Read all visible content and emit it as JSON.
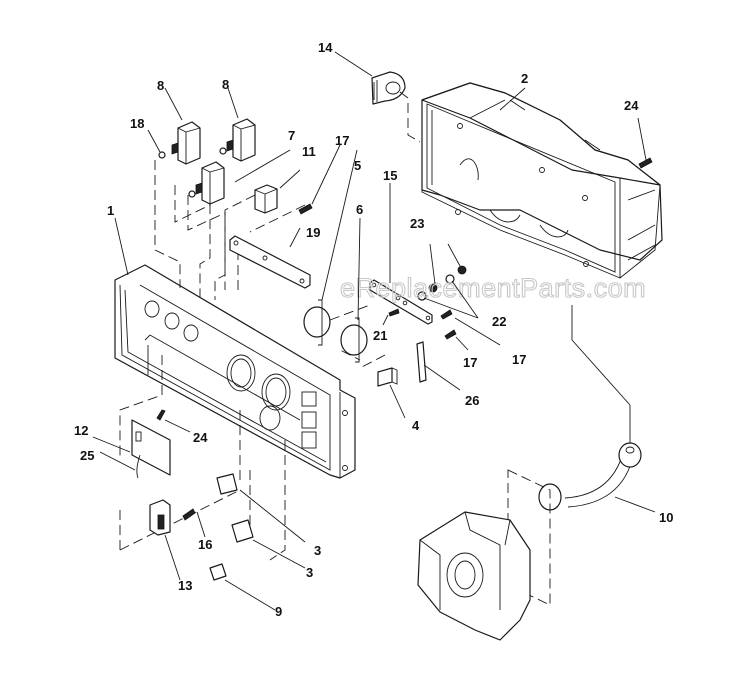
{
  "diagram": {
    "title": "Control Panel Exploded Parts Diagram",
    "watermark": "eReplacementParts.com",
    "callouts": [
      {
        "id": "c1",
        "label": "1",
        "part": "control-panel"
      },
      {
        "id": "c2",
        "label": "2",
        "part": "panel-housing-box"
      },
      {
        "id": "c3a",
        "label": "3",
        "part": "receptacle"
      },
      {
        "id": "c3b",
        "label": "3",
        "part": "receptacle"
      },
      {
        "id": "c4",
        "label": "4",
        "part": "receptacle-small"
      },
      {
        "id": "c5",
        "label": "5",
        "part": "twist-lock-receptacle"
      },
      {
        "id": "c6",
        "label": "6",
        "part": "twist-lock-receptacle"
      },
      {
        "id": "c7",
        "label": "7",
        "part": "circuit-breaker"
      },
      {
        "id": "c8a",
        "label": "8",
        "part": "circuit-breaker"
      },
      {
        "id": "c8b",
        "label": "8",
        "part": "circuit-breaker"
      },
      {
        "id": "c9",
        "label": "9",
        "part": "rocker-switch"
      },
      {
        "id": "c10",
        "label": "10",
        "part": "wire-harness-grommet"
      },
      {
        "id": "c11",
        "label": "11",
        "part": "block"
      },
      {
        "id": "c12",
        "label": "12",
        "part": "circuit-board"
      },
      {
        "id": "c13",
        "label": "13",
        "part": "switch-bracket"
      },
      {
        "id": "c14",
        "label": "14",
        "part": "grommet"
      },
      {
        "id": "c15",
        "label": "15",
        "part": "bus-bar"
      },
      {
        "id": "c16",
        "label": "16",
        "part": "screw"
      },
      {
        "id": "c17a",
        "label": "17",
        "part": "screw"
      },
      {
        "id": "c17b",
        "label": "17",
        "part": "screw"
      },
      {
        "id": "c17c",
        "label": "17",
        "part": "screw"
      },
      {
        "id": "c18",
        "label": "18",
        "part": "nut"
      },
      {
        "id": "c19",
        "label": "19",
        "part": "bracket"
      },
      {
        "id": "c21",
        "label": "21",
        "part": "screw"
      },
      {
        "id": "c22",
        "label": "22",
        "part": "washer"
      },
      {
        "id": "c23",
        "label": "23",
        "part": "nut"
      },
      {
        "id": "c24a",
        "label": "24",
        "part": "screw"
      },
      {
        "id": "c24b",
        "label": "24",
        "part": "screw"
      },
      {
        "id": "c25",
        "label": "25",
        "part": "wire"
      },
      {
        "id": "c26",
        "label": "26",
        "part": "strap"
      }
    ]
  }
}
